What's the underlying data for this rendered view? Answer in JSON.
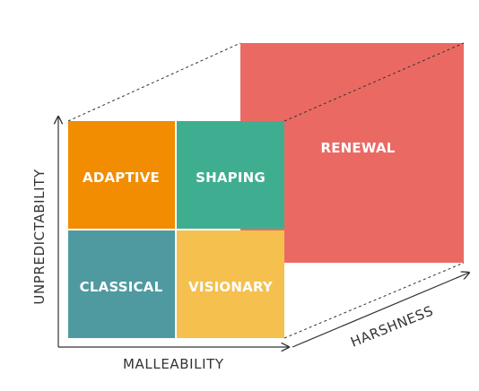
{
  "quadrants": {
    "adaptive": "ADAPTIVE",
    "shaping": "SHAPING",
    "classical": "CLASSICAL",
    "visionary": "VISIONARY",
    "renewal": "RENEWAL"
  },
  "axes": {
    "x": "MALLEABILITY",
    "y": "UNPREDICTABILITY",
    "z": "HARSHNESS"
  },
  "colors": {
    "adaptive": "#f28c00",
    "shaping": "#3fae90",
    "classical": "#4f9aa0",
    "visionary": "#f5c04e",
    "renewal": "#ea6a63",
    "axis": "#333333"
  }
}
